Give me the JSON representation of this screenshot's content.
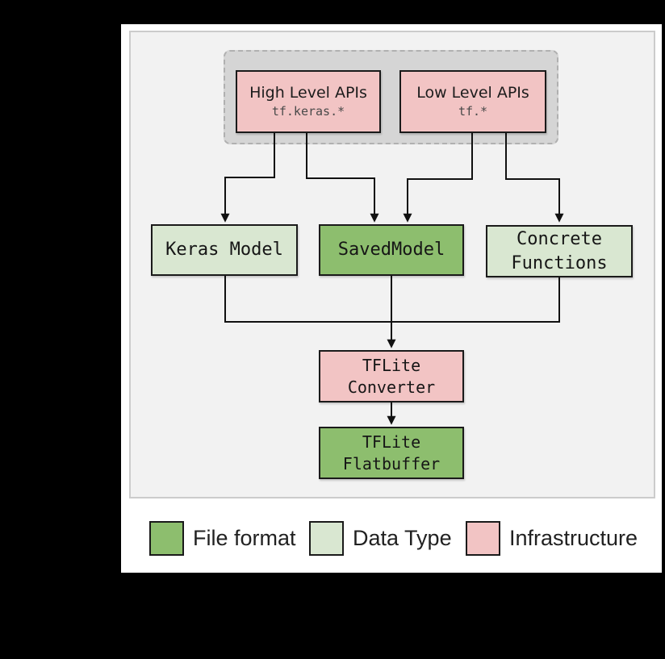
{
  "diagram": {
    "nodes": {
      "high_api": {
        "title": "High Level APIs",
        "code": "tf.keras.*",
        "fill": "#f2c4c4"
      },
      "low_api": {
        "title": "Low Level APIs",
        "code": "tf.*",
        "fill": "#f2c4c4"
      },
      "keras_model": {
        "label": "Keras Model",
        "fill": "#d9e7d1"
      },
      "saved_model": {
        "label": "SavedModel",
        "fill": "#8dbe6e"
      },
      "concrete_functions": {
        "line1": "Concrete",
        "line2": "Functions",
        "fill": "#d9e7d1"
      },
      "tflite_converter": {
        "line1": "TFLite",
        "line2": "Converter",
        "fill": "#f2c4c4"
      },
      "tflite_flatbuffer": {
        "line1": "TFLite",
        "line2": "Flatbuffer",
        "fill": "#8dbe6e"
      }
    },
    "edges": [
      "high_api -> keras_model",
      "high_api -> saved_model",
      "low_api -> saved_model",
      "low_api -> concrete_functions",
      "keras_model -> tflite_converter",
      "saved_model -> tflite_converter",
      "concrete_functions -> tflite_converter",
      "tflite_converter -> tflite_flatbuffer"
    ]
  },
  "legend": {
    "items": [
      {
        "label": "File format",
        "color": "#8dbe6e"
      },
      {
        "label": "Data Type",
        "color": "#d9e7d1"
      },
      {
        "label": "Infrastructure",
        "color": "#f2c4c4"
      }
    ]
  },
  "colors": {
    "background": "#000000",
    "page": "#ffffff",
    "panel": "#f2f2f2",
    "panel_border": "#cccccc",
    "group_fill": "#d5d5d5",
    "group_border": "#b0b0b0",
    "box_border": "#1a1a1a",
    "wire": "#111111"
  }
}
